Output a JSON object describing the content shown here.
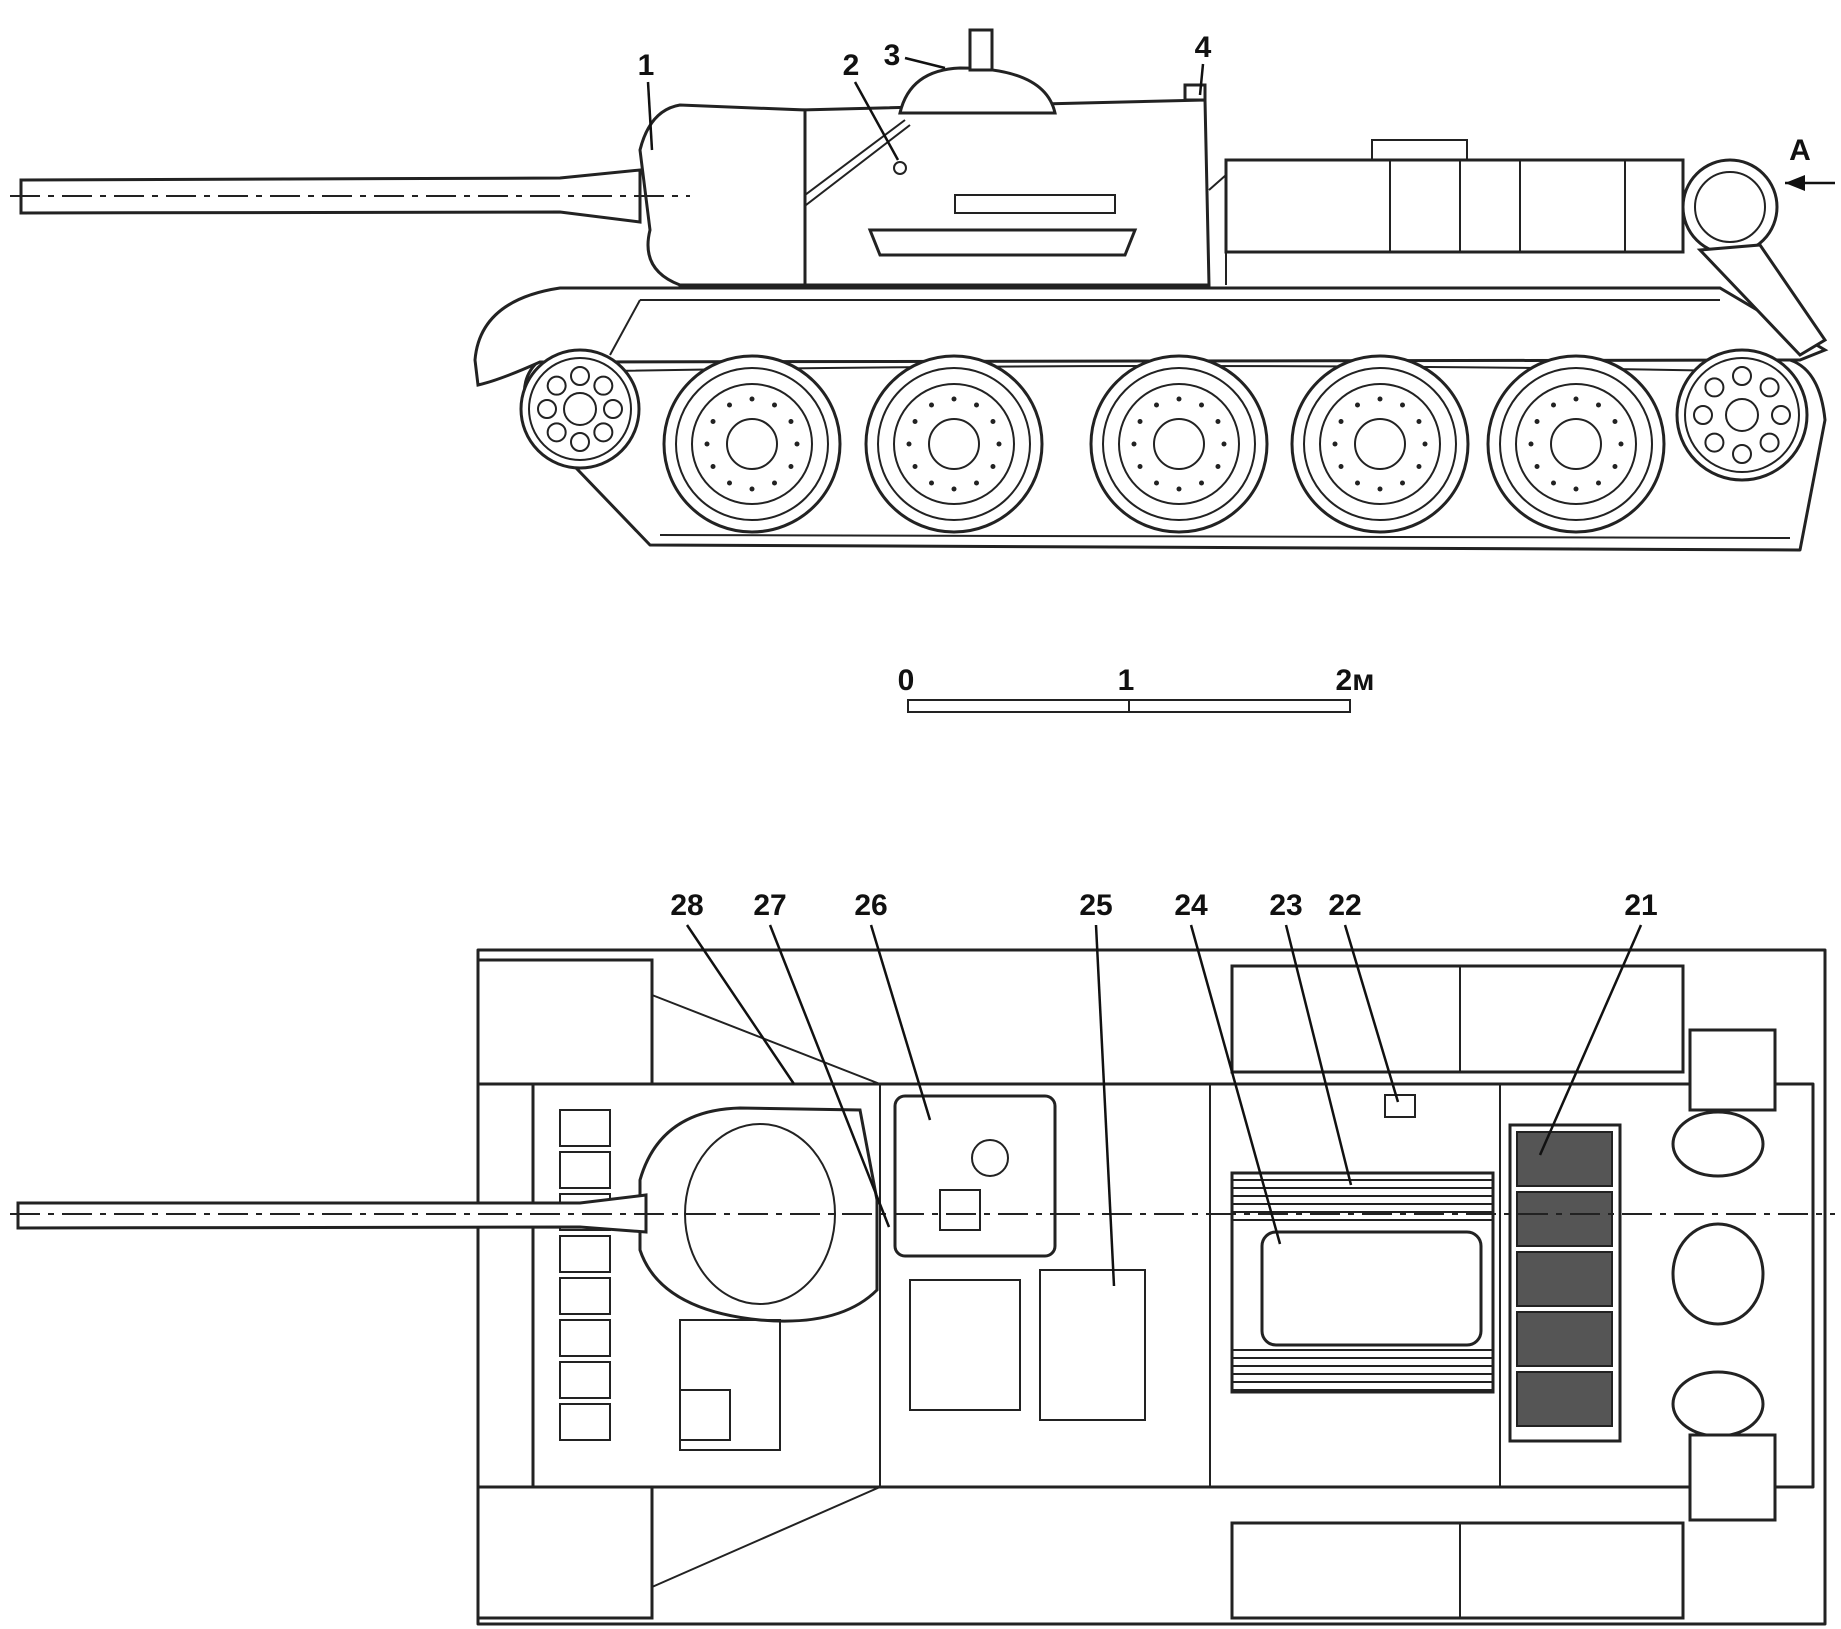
{
  "side_view": {
    "callouts": [
      "1",
      "2",
      "3",
      "4"
    ],
    "view_arrow_label": "А"
  },
  "scale_bar": {
    "ticks": [
      "0",
      "1",
      "2м"
    ]
  },
  "top_view": {
    "callouts": [
      "28",
      "27",
      "26",
      "25",
      "24",
      "23",
      "22",
      "21"
    ]
  },
  "colors": {
    "line": "#222222",
    "background": "#ffffff"
  }
}
